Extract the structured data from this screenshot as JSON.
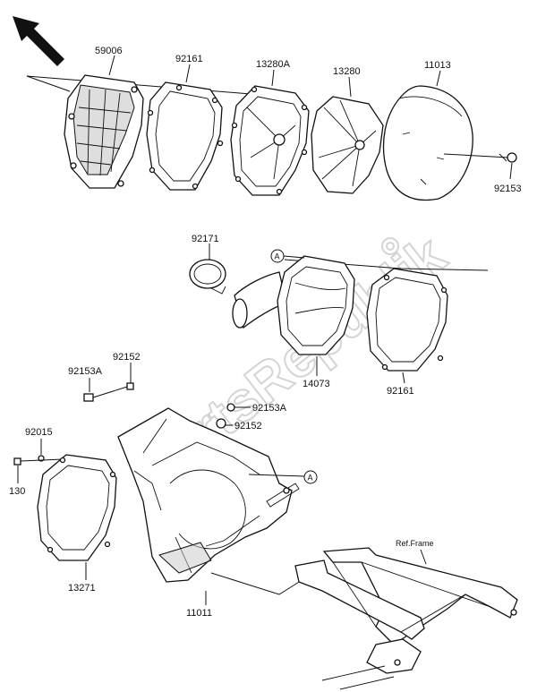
{
  "watermark": "PartsRepublik",
  "ref_frame_label": "Ref.Frame",
  "callout_letter": "A",
  "labels": {
    "p59006": "59006",
    "p92161_top": "92161",
    "p13280A": "13280A",
    "p13280": "13280",
    "p11013": "11013",
    "p92153_right": "92153",
    "p92171": "92171",
    "p14073": "14073",
    "p92161_mid": "92161",
    "p92152_top": "92152",
    "p92153A_left": "92153A",
    "p92153A_right": "92153A",
    "p92152_mid": "92152",
    "p92015": "92015",
    "p130": "130",
    "p13271": "13271",
    "p11011": "11011"
  }
}
